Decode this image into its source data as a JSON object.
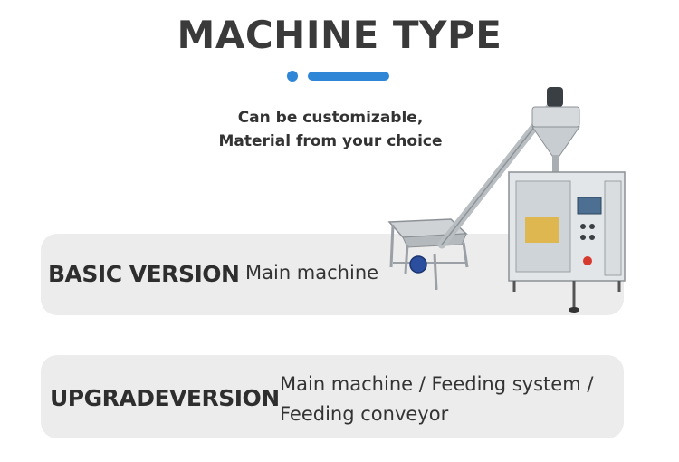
{
  "header": {
    "title": "MACHINE TYPE",
    "subtitle_line1": "Can be customizable,",
    "subtitle_line2": "Material from your choice"
  },
  "versions": [
    {
      "label": "BASIC VERSION",
      "description": "Main machine"
    },
    {
      "label": "UPGRADEVERSION",
      "description_line1": "Main machine / Feeding system /",
      "description_line2": "Feeding conveyor"
    }
  ],
  "colors": {
    "accent": "#2f86d6",
    "card_bg": "#ececec",
    "text": "#333333"
  },
  "icons": [
    "packing-machine-illustration"
  ]
}
